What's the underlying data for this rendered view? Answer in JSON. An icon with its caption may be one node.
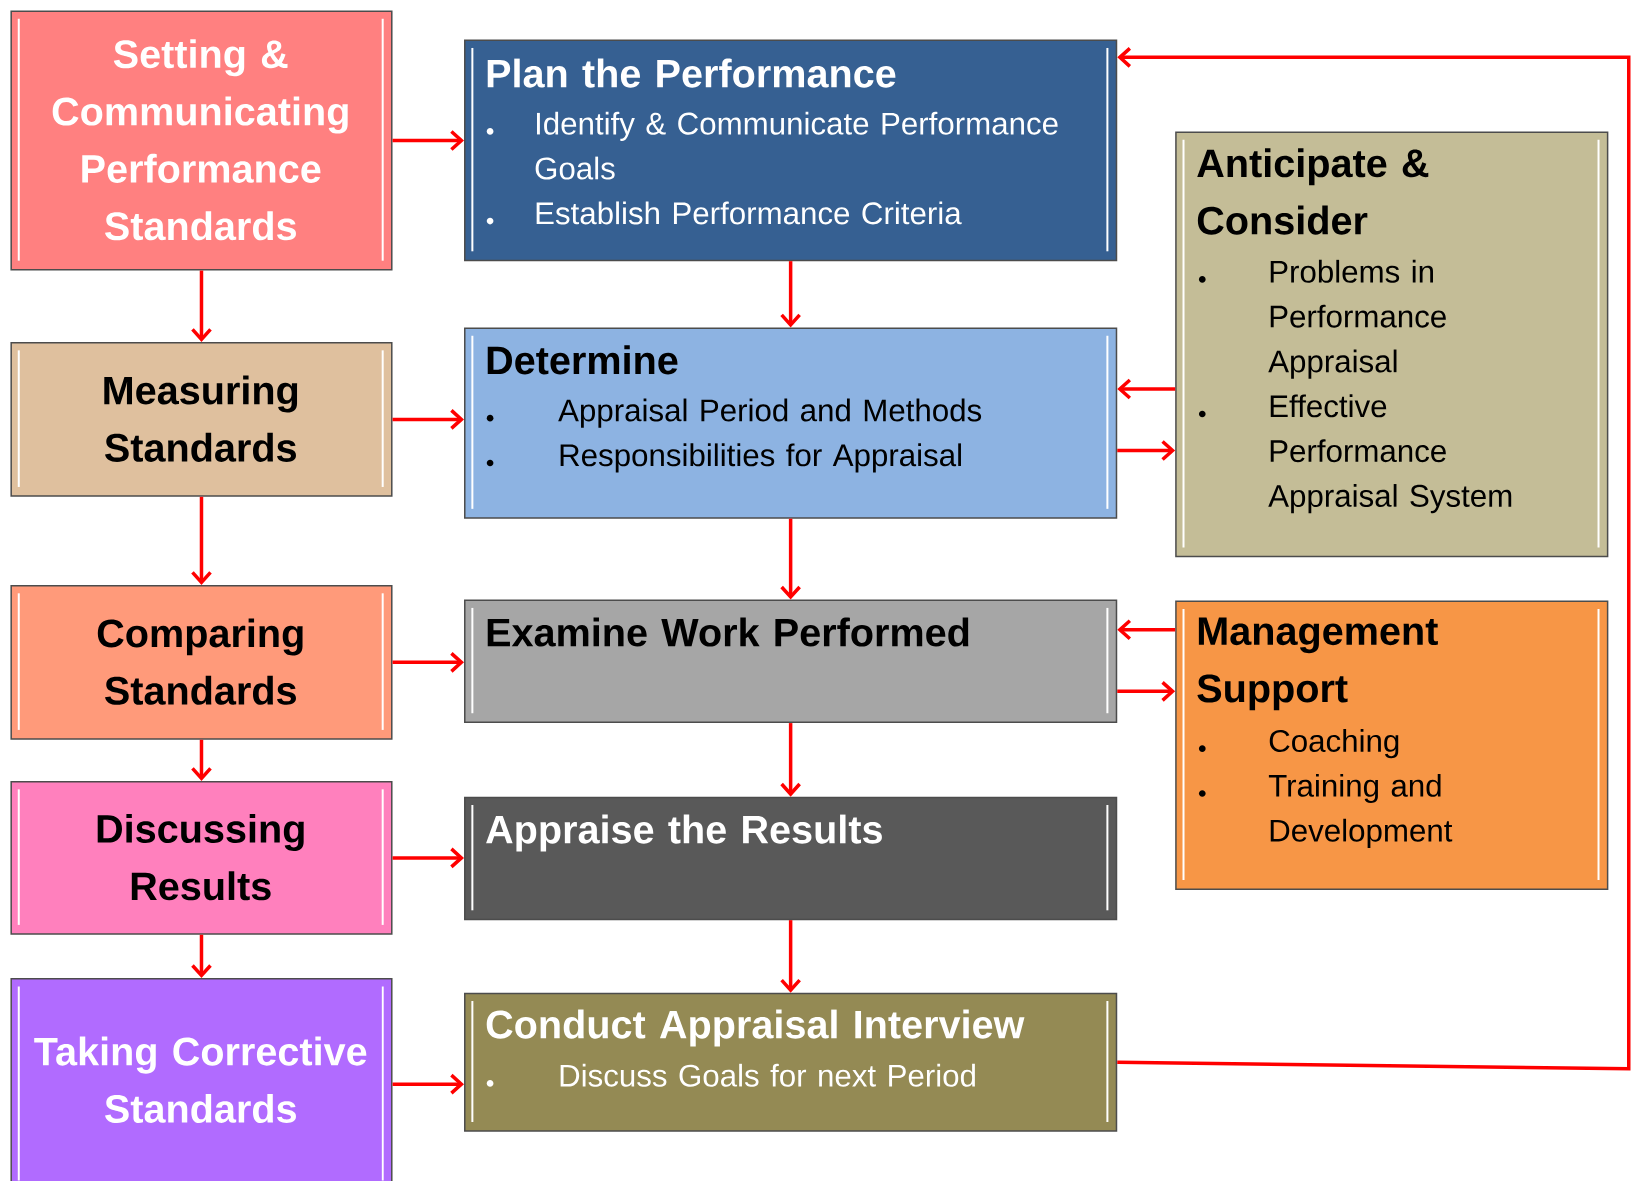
{
  "diagram": {
    "nodes": [
      {
        "text": [
          "Setting & Communicating Performance Standards"
        ]
      },
      {
        "text": [
          "Measuring Standards"
        ]
      },
      {
        "text": [
          "Comparing Standards"
        ]
      },
      {
        "text": [
          "Discussing Results"
        ]
      },
      {
        "text": [
          "Taking Corrective Standards"
        ]
      },
      {
        "text": [
          "Plan the Performance",
          "Identify & Communicate Performance Goals",
          "Establish Performance Criteria"
        ]
      },
      {
        "text": [
          "Determine",
          "Appraisal Period and Methods",
          "Responsibilities for Appraisal"
        ]
      },
      {
        "text": [
          "Examine Work Performed"
        ]
      },
      {
        "text": [
          "Appraise the Results"
        ]
      },
      {
        "text": [
          "Conduct Appraisal Interview",
          "Discuss Goals for next Period"
        ]
      },
      {
        "text": [
          "Anticipate & Consider",
          "Problems in Performance Appraisal",
          "Effective Performance Appraisal System"
        ]
      },
      {
        "text": [
          "Management Support",
          "Coaching",
          "Training and Development"
        ]
      }
    ],
    "edges": [
      {
        "from": 0,
        "to": 1,
        "arrow": "to"
      },
      {
        "from": 1,
        "to": 2,
        "arrow": "to"
      },
      {
        "from": 2,
        "to": 3,
        "arrow": "to"
      },
      {
        "from": 3,
        "to": 4,
        "arrow": "to"
      },
      {
        "from": 0,
        "to": 5,
        "arrow": "to"
      },
      {
        "from": 1,
        "to": 6,
        "arrow": "to"
      },
      {
        "from": 2,
        "to": 7,
        "arrow": "to"
      },
      {
        "from": 3,
        "to": 8,
        "arrow": "to"
      },
      {
        "from": 4,
        "to": 9,
        "arrow": "to"
      },
      {
        "from": 5,
        "to": 6,
        "arrow": "to"
      },
      {
        "from": 6,
        "to": 7,
        "arrow": "to"
      },
      {
        "from": 7,
        "to": 8,
        "arrow": "to"
      },
      {
        "from": 8,
        "to": 9,
        "arrow": "to"
      },
      {
        "from": 10,
        "to": 6,
        "arrow": "to"
      },
      {
        "from": 6,
        "to": 10,
        "arrow": "to"
      },
      {
        "from": 11,
        "to": 7,
        "arrow": "to"
      },
      {
        "from": 7,
        "to": 11,
        "arrow": "to"
      },
      {
        "from": 9,
        "to": 5,
        "arrow": "to"
      }
    ]
  }
}
